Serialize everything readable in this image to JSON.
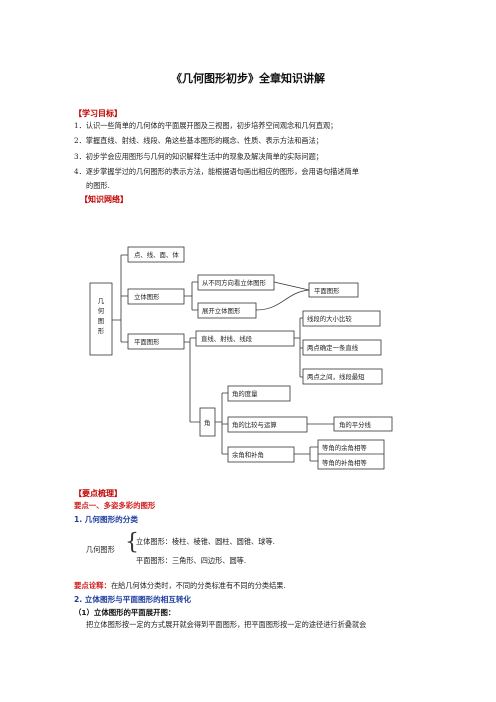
{
  "title": "《几何图形初步》全章知识讲解",
  "objectives": {
    "heading": "【学习目标】",
    "items": [
      "1．认识一些简单的几何体的平面展开图及三视图，初步培养空间观念和几何直观；",
      "2．掌握直线、射线、线段、角这些基本图形的概念、性质、表示方法和画法；",
      "3．初步学会应用图形与几何的知识解释生活中的现象及解决简单的实际问题；",
      "4．逐步掌握学过的几何图形的表示方法，能根据语句画出相应的图形，会用语句描述简单",
      "的图形."
    ]
  },
  "network": {
    "heading": "【知识网络】",
    "root": "几何图形",
    "nodes": {
      "pts": "点、线、面、体",
      "solid": "立体图形",
      "threeview": "从不同方向看立体图形",
      "plane_fig": "平面图形",
      "unfold": "展开立体图形",
      "planar": "平面图形",
      "lines": "直线、射线、线段",
      "seg_cmp": "线段的大小比较",
      "two_pts": "两点确定一条直线",
      "shortest": "两点之间，线段最短",
      "angle": "角",
      "measure": "角的度量",
      "compare": "角的比较与运算",
      "bisector": "角的平分线",
      "comp": "余角和补角",
      "eq_comp": "等角的余角相等",
      "eq_supp": "等角的补角相等"
    }
  },
  "summary": {
    "heading": "【要点梳理】",
    "point1": "要点一、多姿多彩的图形",
    "sub1": "1.  几何图形的分类",
    "cls_label": "几何图形",
    "cls_solid": "立体图形：棱柱、棱锥、圆柱、圆锥、球等.",
    "cls_plane": "平面图形：三角形、四边形、圆等.",
    "note_label": "要点诠释：",
    "note_text": "在給几何体分类时，不同的分类标准有不同的分类结果.",
    "sub2": "2.  立体图形与平面图形的相互转化",
    "sub2_1": "（1）立体图形的平面展开图：",
    "para": "把立体图形按一定的方式展开就会得到平面图形，把平面图形按一定的途径进行折叠就会"
  }
}
